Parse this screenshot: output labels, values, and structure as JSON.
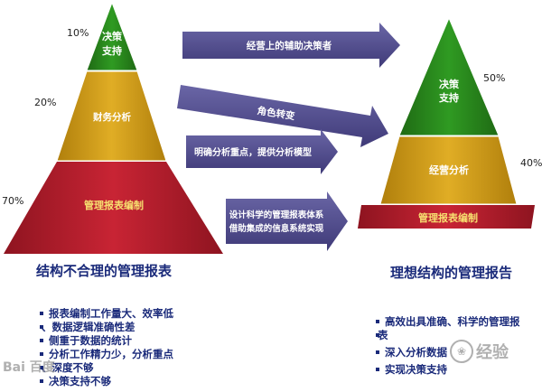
{
  "left_pyramid": {
    "pct_top": "10%",
    "pct_mid": "20%",
    "pct_bottom": "70%",
    "layer_top": [
      "决策",
      "支持"
    ],
    "layer_mid": "财务分析",
    "layer_bottom": "管理报表编制",
    "caption": "结构不合理的管理报表"
  },
  "right_pyramid": {
    "pct_top": "50%",
    "pct_mid": "40%",
    "layer_top": [
      "决策",
      "支持"
    ],
    "layer_mid": "经营分析",
    "layer_bottom": "管理报表编制",
    "caption": "理想结构的管理报告"
  },
  "arrows": {
    "a1": "经营上的辅助决策者",
    "a2": "角色转变",
    "a3": "明确分析重点，提供分析模型",
    "a4_line1": "设计科学的管理报表体系",
    "a4_line2": "借助集成的信息系统实现"
  },
  "left_notes": [
    "报表编制工作量大、效率低",
    "、数据逻辑准确性差",
    "侧重于数据的统计",
    "分析工作精力少，分析重点",
    "、深度不够",
    "决策支持不够"
  ],
  "right_notes": [
    "高效出具准确、科学的管理报",
    "表",
    "深入分析数据",
    "实现决策支持"
  ],
  "watermarks": {
    "left": "Bai 百度",
    "right": "经验"
  },
  "colors": {
    "green": "#2e8a1f",
    "gold": "#d4a01a",
    "red": "#b81c2b",
    "arrow": "#55508f",
    "text_blue": "#1a2a7a"
  }
}
